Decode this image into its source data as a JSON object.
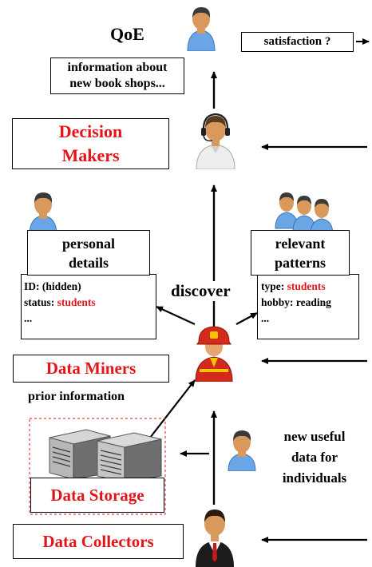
{
  "labels": {
    "qoe": "QoE",
    "satisfaction": "satisfaction ?",
    "info_line1": "information about",
    "info_line2": "new book shops...",
    "decision_makers_line1": "Decision",
    "decision_makers_line2": "Makers",
    "personal_details_line1": "personal",
    "personal_details_line2": "details",
    "relevant_patterns_line1": "relevant",
    "relevant_patterns_line2": "patterns",
    "discover": "discover",
    "data_miners": "Data Miners",
    "prior_information": "prior information",
    "data_storage": "Data Storage",
    "new_data_line1": "new useful",
    "new_data_line2": "data for",
    "new_data_line3": "individuals",
    "data_collectors": "Data Collectors"
  },
  "personal_details": {
    "id_key": "ID:",
    "id_value": "(hidden)",
    "status_key": "status:",
    "status_value": "students",
    "more": "..."
  },
  "relevant_patterns": {
    "type_key": "type:",
    "type_value": "students",
    "hobby_key": "hobby:",
    "hobby_value": "reading",
    "more": "..."
  },
  "colors": {
    "accent_red": "#e3151a",
    "skin": "#d9995c",
    "shirt_blue": "#6aa6e6"
  },
  "icons": [
    "user-icon",
    "call-center-agent-icon",
    "firefighter-icon",
    "server-icon",
    "businessman-icon",
    "user-group-icon"
  ]
}
